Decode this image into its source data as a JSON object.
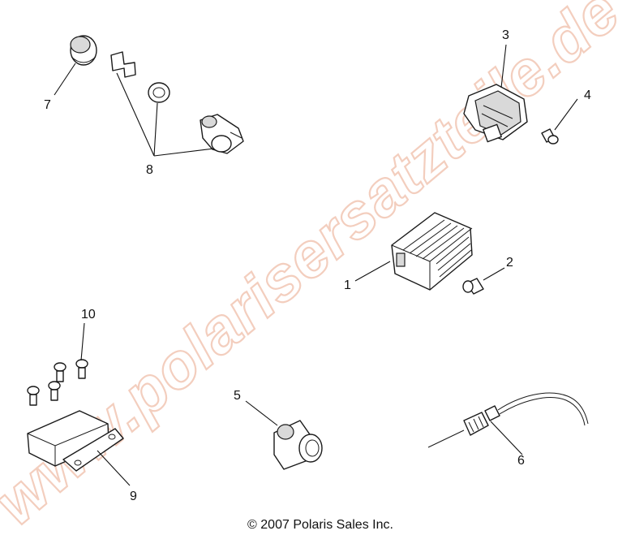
{
  "watermark": "www.polarisersatzteile.de",
  "copyright": "© 2007 Polaris Sales Inc.",
  "callouts": {
    "c1": "1",
    "c2": "2",
    "c3": "3",
    "c4": "4",
    "c5": "5",
    "c6": "6",
    "c7": "7",
    "c8": "8",
    "c9": "9",
    "c10": "10"
  }
}
